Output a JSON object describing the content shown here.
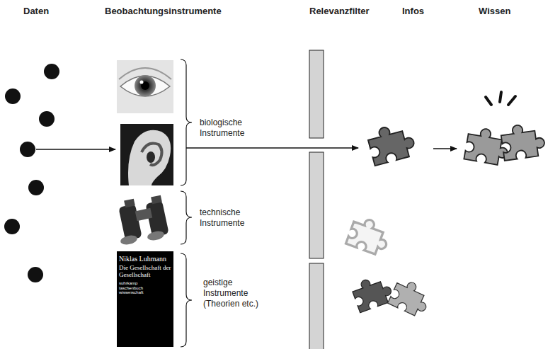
{
  "diagram": {
    "labels": [
      "Daten",
      "Beobachtungsinstrumente",
      "Relevanzfilter",
      "Infos",
      "Wissen",
      "biologische Instrumente",
      "technische Instrumente",
      "Niklas Luhmann",
      "Die Gesellschaft der Gesellschaft",
      "suhrkamp taschenbuch wissenschaft",
      "geistige Instrumente (Theorien etc.)"
    ]
  }
}
